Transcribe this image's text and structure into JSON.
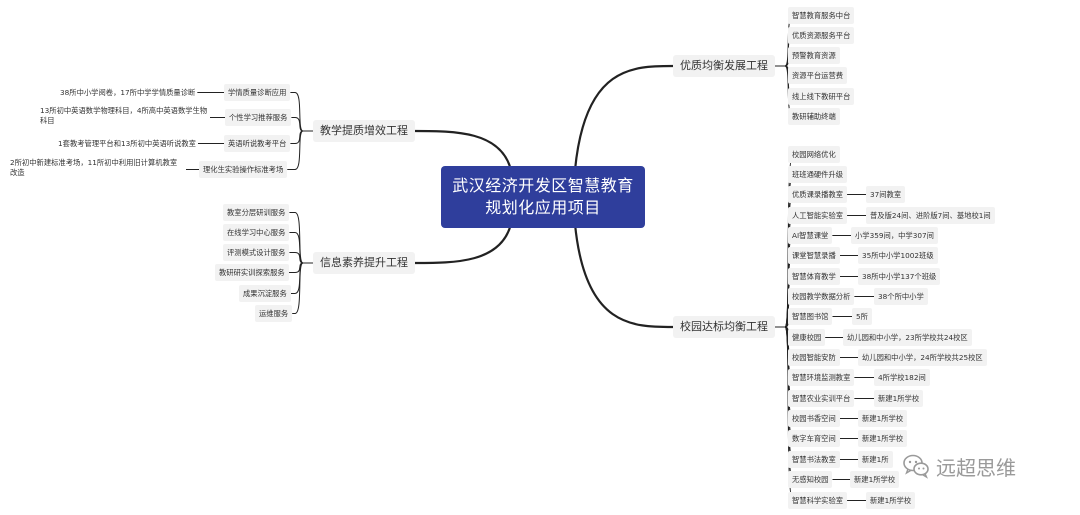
{
  "root": "武汉经济开发区智慧教育规划化应用项目",
  "branches": {
    "quality": {
      "label": "优质均衡发展工程",
      "items": [
        "智慧教育服务中台",
        "优质资源服务平台",
        "预警教育资源",
        "资源平台运营费",
        "线上线下教研平台",
        "教研辅助终端"
      ]
    },
    "teaching": {
      "label": "教学提质增效工程",
      "items": [
        {
          "label": "学情质量诊断应用",
          "detail": "38所中小学阅卷，17所中学学情质量诊断"
        },
        {
          "label": "个性学习推荐服务",
          "detail": "13所初中英语数学物理科目，4所高中英语数学生物科目"
        },
        {
          "label": "英语听说教考平台",
          "detail": "1套教考管理平台和13所初中英语听说教室"
        },
        {
          "label": "理化生实验操作标准考场",
          "detail": "2所初中新建标准考场，11所初中利用旧计算机教室改造"
        }
      ]
    },
    "literacy": {
      "label": "信息素养提升工程",
      "items": [
        "教室分层研训服务",
        "在线学习中心服务",
        "评测模式设计服务",
        "教研研实训探索服务",
        "成果沉淀服务",
        "运维服务"
      ]
    },
    "campus": {
      "label": "校园达标均衡工程",
      "items": [
        {
          "label": "校园网络优化",
          "detail": ""
        },
        {
          "label": "班班通硬件升级",
          "detail": ""
        },
        {
          "label": "优质课录播教室",
          "detail": "37间教室"
        },
        {
          "label": "人工智能实验室",
          "detail": "普及版24间、进阶版7间、基地校1间"
        },
        {
          "label": "AI智慧课堂",
          "detail": "小学359间，中学307间"
        },
        {
          "label": "课堂智慧录播",
          "detail": "35所中小学1002班级"
        },
        {
          "label": "智慧体育教学",
          "detail": "38所中小学137个班级"
        },
        {
          "label": "校园教学数据分析",
          "detail": "38个所中小学"
        },
        {
          "label": "智慧图书馆",
          "detail": "5所"
        },
        {
          "label": "健康校园",
          "detail": "幼儿园和中小学，23所学校共24校区"
        },
        {
          "label": "校园智能安防",
          "detail": "幼儿园和中小学，24所学校共25校区"
        },
        {
          "label": "智慧环境监测教室",
          "detail": "4所学校182间"
        },
        {
          "label": "智慧农业实训平台",
          "detail": "新建1所学校"
        },
        {
          "label": "校园书香空间",
          "detail": "新建1所学校"
        },
        {
          "label": "数字车育空间",
          "detail": "新建1所学校"
        },
        {
          "label": "智慧书法教室",
          "detail": "新建1所"
        },
        {
          "label": "无感知校园",
          "detail": "新建1所学校"
        },
        {
          "label": "智慧科学实验室",
          "detail": "新建1所学校"
        }
      ]
    }
  },
  "watermark": {
    "text": "远超思维",
    "icon": "wechat-icon"
  },
  "colors": {
    "root_bg": "#2f3e9c",
    "root_text": "#ffffff",
    "node_bg": "#f2f2f2",
    "line": "#222222",
    "watermark": "#9a9a9a"
  }
}
